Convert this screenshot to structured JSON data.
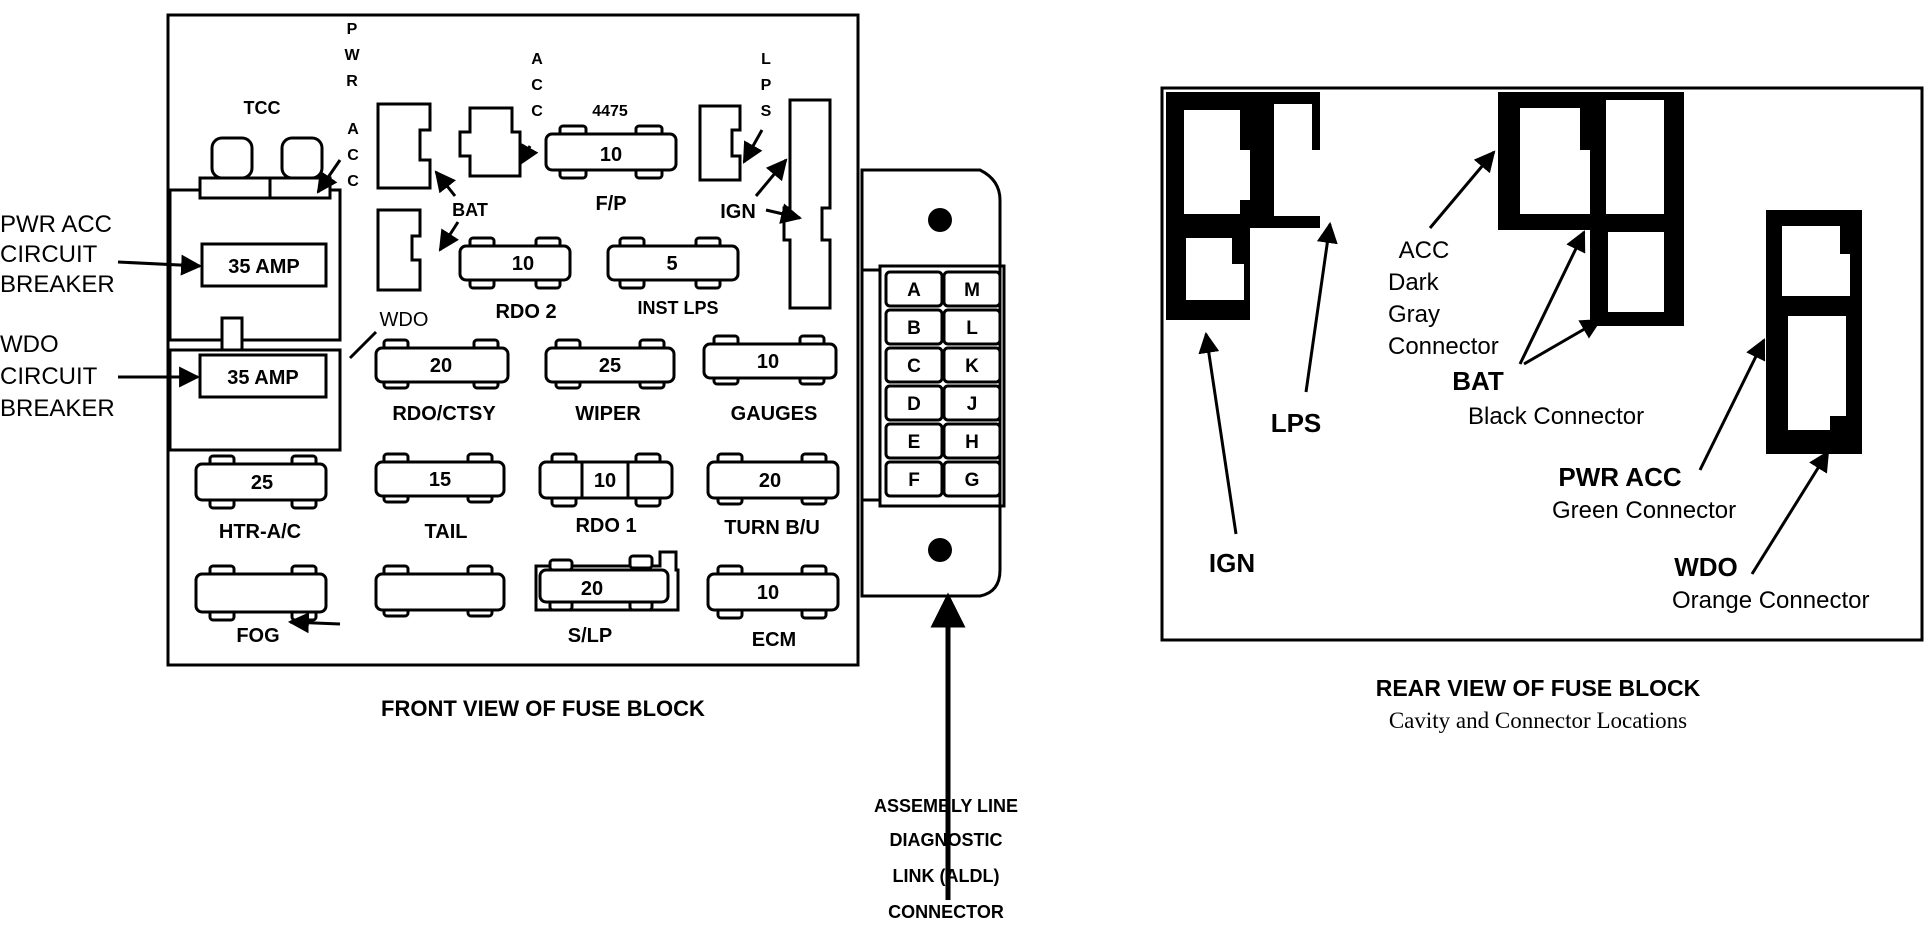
{
  "front": {
    "caption": "FRONT VIEW OF FUSE BLOCK",
    "pwr_letters": [
      "P",
      "W",
      "R"
    ],
    "acc_letters_a": [
      "A",
      "C",
      "C"
    ],
    "acc_letters_b": [
      "A",
      "C",
      "C"
    ],
    "lps_letters": [
      "L",
      "P",
      "S"
    ],
    "tcc": "TCC",
    "label_4475": "4475",
    "fp_value": "10",
    "fp_label": "F/P",
    "bat": "BAT",
    "ign": "IGN",
    "rdo2_value": "10",
    "rdo2_label": "RDO 2",
    "instlps_value": "5",
    "instlps_label": "INST LPS",
    "wdo": "WDO",
    "pwr_acc_breaker_value": "35 AMP",
    "pwr_acc_breaker_label": [
      "PWR ACC",
      "CIRCUIT",
      "BREAKER"
    ],
    "wdo_breaker_value": "35 AMP",
    "wdo_breaker_label": [
      "WDO",
      "CIRCUIT",
      "BREAKER"
    ],
    "rdoctsy_value": "20",
    "rdoctsy_label": "RDO/CTSY",
    "wiper_value": "25",
    "wiper_label": "WIPER",
    "gauges_value": "10",
    "gauges_label": "GAUGES",
    "htrac_value": "25",
    "htrac_label": "HTR-A/C",
    "tail_value": "15",
    "tail_label": "TAIL",
    "rdo1_value": "10",
    "rdo1_label": "RDO 1",
    "turn_value": "20",
    "turn_label": "TURN  B/U",
    "fog_label": "FOG",
    "slp_value": "20",
    "slp_label": "S/LP",
    "ecm_value": "10",
    "ecm_label": "ECM"
  },
  "aldl": {
    "left_pins": [
      "A",
      "B",
      "C",
      "D",
      "E",
      "F"
    ],
    "right_pins": [
      "M",
      "L",
      "K",
      "J",
      "H",
      "G"
    ],
    "caption": [
      "ASSEMBLY LINE",
      "DIAGNOSTIC",
      "LINK (ALDL)",
      "CONNECTOR"
    ]
  },
  "rear": {
    "caption": "REAR VIEW OF FUSE BLOCK",
    "subcaption": "Cavity and Connector Locations",
    "acc": "ACC",
    "acc_desc": [
      "Dark",
      "Gray",
      "Connector"
    ],
    "bat": "BAT",
    "bat_desc": "Black Connector",
    "lps": "LPS",
    "ign": "IGN",
    "pwr_acc": "PWR ACC",
    "pwr_acc_desc": "Green Connector",
    "wdo": "WDO",
    "wdo_desc": "Orange Connector"
  }
}
